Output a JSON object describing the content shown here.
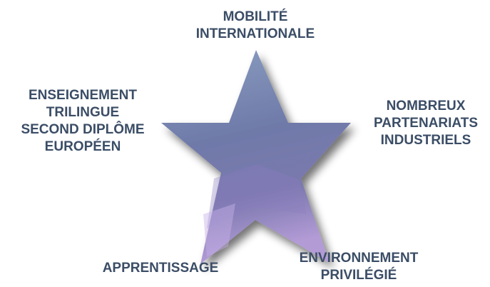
{
  "star": {
    "fill_top": "#7e93b8",
    "fill_mid": "#6e78a8",
    "fill_bottom": "#9a86c4",
    "shadow": "#5c5c66"
  },
  "labels": {
    "top": [
      "MOBILITÉ",
      "INTERNATIONALE"
    ],
    "left": [
      "ENSEIGNEMENT",
      "TRILINGUE",
      "SECOND DIPLÔME",
      "EUROPÉEN"
    ],
    "right": [
      "NOMBREUX",
      "PARTENARIATS",
      "INDUSTRIELS"
    ],
    "bottom_left": [
      "APPRENTISSAGE"
    ],
    "bottom_right": [
      "ENVIRONNEMENT",
      "PRIVILÉGIÉ"
    ]
  },
  "colors": {
    "label_text": "#3b4d66"
  }
}
